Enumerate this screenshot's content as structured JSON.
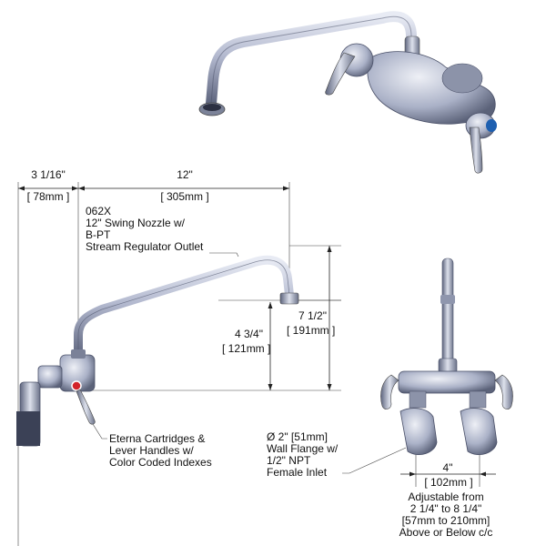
{
  "dimensions": {
    "depth_in": "3 1/16\"",
    "depth_mm": "[ 78mm ]",
    "nozzle_len_in": "12\"",
    "nozzle_len_mm": "[ 305mm ]",
    "height_total_in": "7 1/2\"",
    "height_total_mm": "[ 191mm ]",
    "height_outlet_in": "4 3/4\"",
    "height_outlet_mm": "[ 121mm ]",
    "center_in": "4\"",
    "center_mm": "[ 102mm ]"
  },
  "callouts": {
    "nozzle": [
      "062X",
      "12\" Swing Nozzle w/",
      "B-PT",
      "Stream Regulator Outlet"
    ],
    "cartridges": [
      "Eterna Cartridges &",
      "Lever Handles w/",
      "Color Coded Indexes"
    ],
    "flange": [
      "Ø 2\" [51mm]",
      "Wall Flange w/",
      "1/2\" NPT",
      "Female Inlet"
    ],
    "adjustable": [
      "Adjustable from",
      "2 1/4\" to 8 1/4\"",
      "[57mm to 210mm]",
      "Above or Below c/c"
    ]
  },
  "colors": {
    "metal": "#b9bfd3",
    "metal_dark": "#5d647d",
    "index_red": "#d2232a",
    "index_blue": "#1d5fb0"
  }
}
